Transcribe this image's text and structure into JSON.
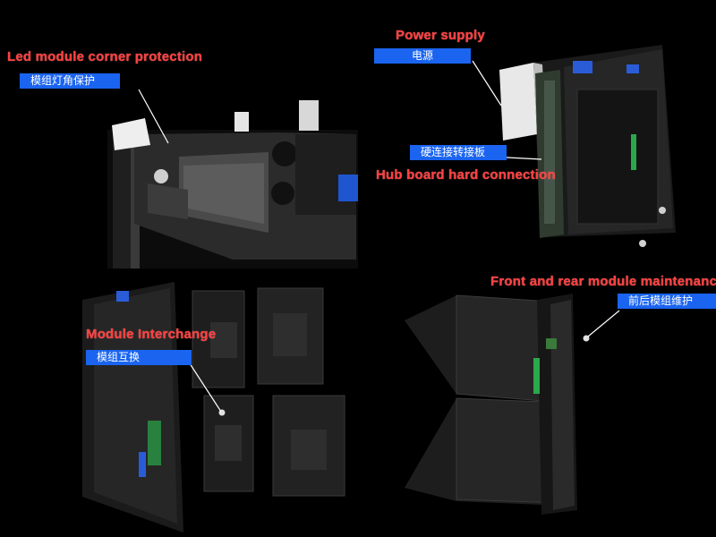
{
  "panels": {
    "corner": {
      "title": "Led module corner  protection",
      "tag": "模组灯角保护"
    },
    "power": {
      "title": "Power supply",
      "tag": "电源"
    },
    "hub": {
      "title": "Hub board hard connection",
      "tag": "硬连接转接板"
    },
    "interchange": {
      "title": "Module Interchange",
      "tag": "模组互换"
    },
    "maintenance": {
      "title": "Front and rear module maintenanc",
      "tag": "前后模组维护"
    }
  },
  "colors": {
    "title_text": "#ff4040",
    "tag_background": "#1a64f0",
    "tag_text": "#ffffff",
    "background": "#000000"
  }
}
